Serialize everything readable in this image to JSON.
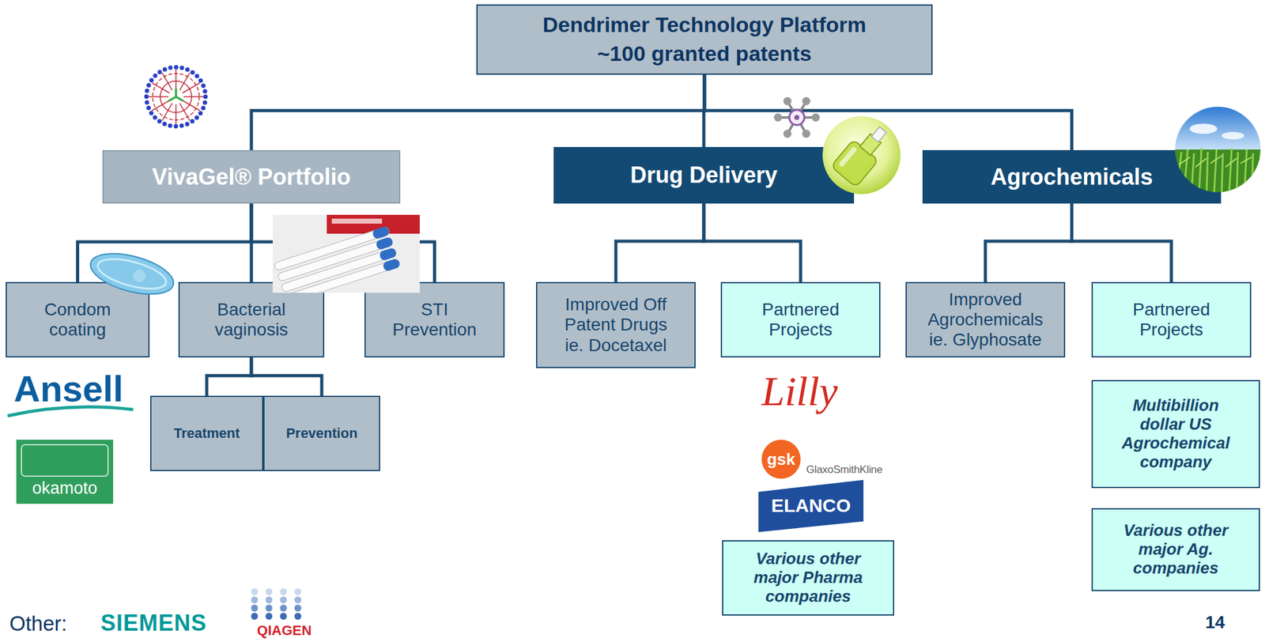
{
  "diagram": {
    "nodes": [
      {
        "text": [
          "Dendrimer Technology Platform",
          "~100 granted patents"
        ]
      },
      {
        "text": [
          "VivaGel® Portfolio"
        ]
      },
      {
        "text": [
          "Drug Delivery"
        ]
      },
      {
        "text": [
          "Agrochemicals"
        ]
      },
      {
        "text": [
          "Condom coating"
        ]
      },
      {
        "text": [
          "Bacterial vaginosis"
        ]
      },
      {
        "text": [
          "STI Prevention"
        ]
      },
      {
        "text": [
          "Treatment"
        ]
      },
      {
        "text": [
          "Prevention"
        ]
      },
      {
        "text": [
          "Improved Off Patent Drugs ie. Docetaxel"
        ]
      },
      {
        "text": [
          "Partnered Projects"
        ]
      },
      {
        "text": [
          "Various other major Pharma companies"
        ]
      },
      {
        "text": [
          "Improved Agrochemicals ie. Glyphosate"
        ]
      },
      {
        "text": [
          "Partnered Projects"
        ]
      },
      {
        "text": [
          "Multibillion dollar US Agrochemical company"
        ]
      },
      {
        "text": [
          "Various other major Ag. companies"
        ]
      }
    ],
    "edges": [
      {
        "from": 0,
        "to": 1,
        "arrow": "none"
      },
      {
        "from": 0,
        "to": 2,
        "arrow": "none"
      },
      {
        "from": 0,
        "to": 3,
        "arrow": "none"
      },
      {
        "from": 1,
        "to": 4,
        "arrow": "none"
      },
      {
        "from": 1,
        "to": 5,
        "arrow": "none"
      },
      {
        "from": 1,
        "to": 6,
        "arrow": "none"
      },
      {
        "from": 5,
        "to": 7,
        "arrow": "none"
      },
      {
        "from": 5,
        "to": 8,
        "arrow": "none"
      },
      {
        "from": 2,
        "to": 9,
        "arrow": "none"
      },
      {
        "from": 2,
        "to": 10,
        "arrow": "none"
      },
      {
        "from": 3,
        "to": 12,
        "arrow": "none"
      },
      {
        "from": 3,
        "to": 13,
        "arrow": "none"
      }
    ],
    "labels": [
      "Ansell",
      "okamoto",
      "Lilly",
      "gsk",
      "GlaxoSmithKline",
      "ELANCO",
      "Other:",
      "SIEMENS",
      "QIAGEN",
      "14"
    ]
  }
}
